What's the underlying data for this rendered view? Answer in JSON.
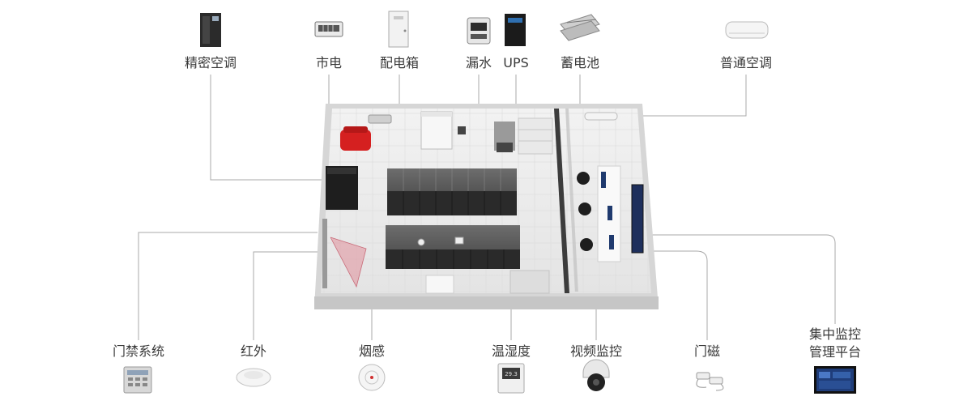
{
  "top_devices": {
    "precision_ac": "精密空调",
    "mains": "市电",
    "distribution_box": "配电箱",
    "water_leak": "漏水",
    "ups": "UPS",
    "battery": "蓄电池",
    "normal_ac": "普通空调"
  },
  "bottom_devices": {
    "access_control": "门禁系统",
    "infrared": "红外",
    "smoke": "烟感",
    "temp_humidity": "温湿度",
    "video": "视频监控",
    "door_magnet": "门磁",
    "platform_line1": "集中监控",
    "platform_line2": "管理平台"
  },
  "icons": {
    "precision_ac": "precision-ac-cabinet-icon",
    "mains": "power-meter-icon",
    "distribution_box": "distribution-box-icon",
    "water_leak": "water-leak-sensor-icon",
    "ups": "ups-tower-icon",
    "battery": "battery-rack-icon",
    "normal_ac": "split-ac-icon",
    "access_control": "keypad-icon",
    "infrared": "infrared-sensor-icon",
    "smoke": "smoke-detector-icon",
    "temp_humidity": "temp-humidity-sensor-icon",
    "video": "dome-camera-icon",
    "door_magnet": "door-magnet-icon",
    "platform": "monitor-screen-icon"
  },
  "colors": {
    "line": "#a8a8a8",
    "room_floor": "#e9e9e9",
    "room_wall": "#c9c9c9",
    "rack": "#3b3b3b",
    "ac_red": "#d52020",
    "ir_beam": "#e0909a"
  }
}
